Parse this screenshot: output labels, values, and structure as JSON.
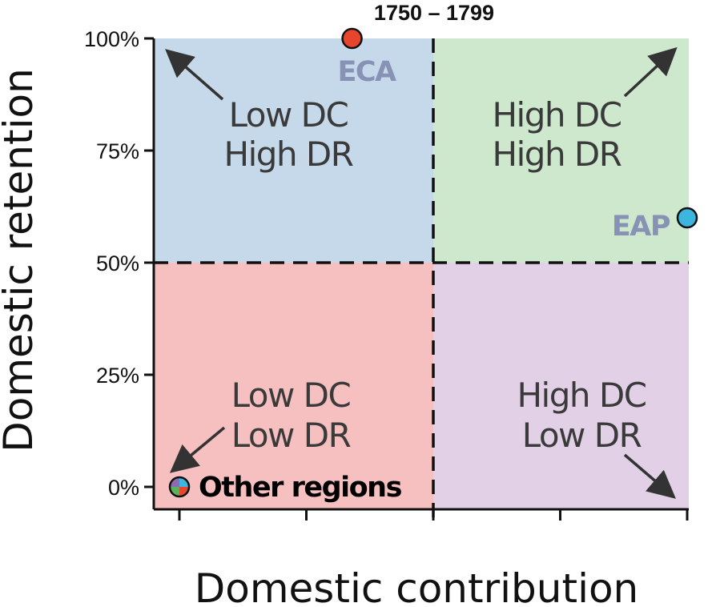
{
  "chart_data": {
    "type": "scatter",
    "title": "1750 – 1799",
    "xlabel": "Domestic contribution",
    "ylabel": "Domestic retention",
    "xlim": [
      0,
      100
    ],
    "ylim": [
      0,
      100
    ],
    "x_ticks": [
      0,
      25,
      50,
      75,
      100
    ],
    "y_ticks": [
      0,
      25,
      50,
      75,
      100
    ],
    "y_tick_labels": [
      "0%",
      "25%",
      "50%",
      "75%",
      "100%"
    ],
    "grid": false,
    "threshold_x": 50,
    "threshold_y": 50,
    "quadrants": [
      {
        "id": "tl",
        "line1": "Low DC",
        "line2": "High DR",
        "color": "#c6d9ea"
      },
      {
        "id": "tr",
        "line1": "High DC",
        "line2": "High DR",
        "color": "#cde8cc"
      },
      {
        "id": "bl",
        "line1": "Low DC",
        "line2": "Low DR",
        "color": "#f6c0c0"
      },
      {
        "id": "br",
        "line1": "High DC",
        "line2": "Low DR",
        "color": "#e2d0e7"
      }
    ],
    "points": [
      {
        "label": "ECA",
        "x": 34,
        "y": 100,
        "color": "#e8452f",
        "label_color": "#8892b5"
      },
      {
        "label": "EAP",
        "x": 100,
        "y": 60,
        "color": "#3cb6de",
        "label_color": "#8892b5"
      },
      {
        "label": "Other regions",
        "x": 0,
        "y": 0,
        "color": "pie",
        "label_color": "#000000"
      }
    ],
    "other_regions_pie_colors": [
      "#3cb6de",
      "#e8452f",
      "#59b35c",
      "#8c6bb1"
    ]
  }
}
